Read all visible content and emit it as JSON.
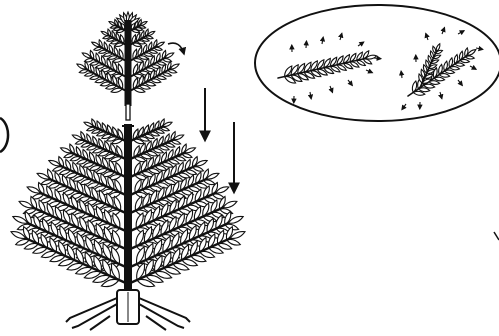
{
  "figure": {
    "kind": "assembly-instruction-illustration",
    "subject": "artificial-christmas-tree",
    "ink_color": "#111111",
    "paper_color": "#ffffff",
    "steps": [
      {
        "id": "attach-top-section",
        "arrow": "curved-arrow"
      },
      {
        "id": "lower-top-section",
        "arrows": [
          "down-arrow",
          "down-arrow"
        ]
      },
      {
        "id": "fluff-branches",
        "callout": "oval-callout"
      }
    ],
    "icons": [
      "curved-arrow-icon",
      "down-arrow-icon",
      "tree-stand-icon",
      "fluffing-arrow-icon"
    ]
  }
}
